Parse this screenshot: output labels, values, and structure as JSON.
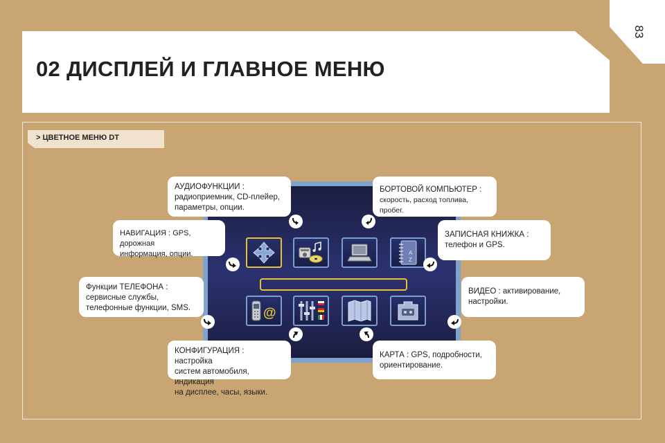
{
  "page": {
    "number": "83"
  },
  "header": {
    "title": "02 ДИСПЛЕЙ И ГЛАВНОЕ МЕНЮ"
  },
  "section": {
    "label": "> ЦВЕТНОЕ МЕНЮ DT"
  },
  "screen": {
    "top_row_icons": [
      "navigation-icon",
      "audio-icon",
      "onboard-computer-icon",
      "address-book-icon"
    ],
    "bottom_row_icons": [
      "telephone-icon",
      "configuration-icon",
      "map-icon",
      "video-icon"
    ],
    "address_book_letters": [
      "A",
      "Z"
    ]
  },
  "callouts": {
    "audio": [
      "АУДИОФУНКЦИИ :",
      "радиоприемник, CD-плейер,",
      "параметры, опции."
    ],
    "onboard_computer": [
      "БОРТОВОЙ КОМПЬЮТЕР :",
      "скорость, расход топлива, пробег."
    ],
    "navigation": [
      "НАВИГАЦИЯ : GPS, дорожная",
      "информация, опции."
    ],
    "address_book": [
      "ЗАПИСНАЯ КНИЖКА :",
      "телефон и GPS."
    ],
    "telephone": [
      "Функции ТЕЛЕФОНА :",
      "сервисные службы,",
      "телефонные функции, SMS."
    ],
    "video": [
      "ВИДЕО : активирование,",
      "настройки."
    ],
    "configuration": [
      "КОНФИГУРАЦИЯ : настройка",
      "систем автомобиля, индикация",
      "на дисплее, часы, языки."
    ],
    "map": [
      "КАРТА : GPS, подробности,",
      "ориентирование."
    ]
  },
  "colors": {
    "page_background": "#c9a574",
    "screen_frame": "#7fa3cc",
    "screen_background": "#1b1d3f",
    "highlight": "#e6c23a"
  }
}
